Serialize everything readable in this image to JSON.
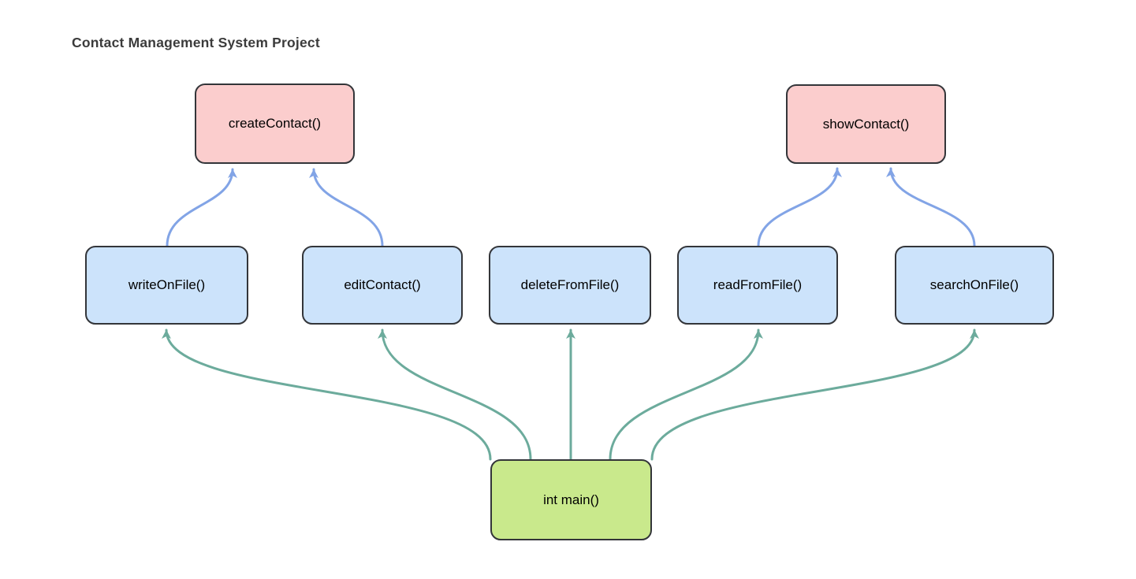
{
  "title": "Contact Management System Project",
  "nodes": {
    "createContact": {
      "label": "createContact()",
      "fill": "#fbcdcd"
    },
    "showContact": {
      "label": "showContact()",
      "fill": "#fbcdcd"
    },
    "writeOnFile": {
      "label": "writeOnFile()",
      "fill": "#cce3fb"
    },
    "editContact": {
      "label": "editContact()",
      "fill": "#cce3fb"
    },
    "deleteFromFile": {
      "label": "deleteFromFile()",
      "fill": "#cce3fb"
    },
    "readFromFile": {
      "label": "readFromFile()",
      "fill": "#cce3fb"
    },
    "searchOnFile": {
      "label": "searchOnFile()",
      "fill": "#cce3fb"
    },
    "main": {
      "label": "int main()",
      "fill": "#c9e98c"
    }
  },
  "edges": [
    {
      "from": "writeOnFile",
      "to": "createContact",
      "color": "#82a4e6"
    },
    {
      "from": "editContact",
      "to": "createContact",
      "color": "#82a4e6"
    },
    {
      "from": "readFromFile",
      "to": "showContact",
      "color": "#82a4e6"
    },
    {
      "from": "searchOnFile",
      "to": "showContact",
      "color": "#82a4e6"
    },
    {
      "from": "main",
      "to": "writeOnFile",
      "color": "#6cab9c"
    },
    {
      "from": "main",
      "to": "editContact",
      "color": "#6cab9c"
    },
    {
      "from": "main",
      "to": "deleteFromFile",
      "color": "#6cab9c"
    },
    {
      "from": "main",
      "to": "readFromFile",
      "color": "#6cab9c"
    },
    {
      "from": "main",
      "to": "searchOnFile",
      "color": "#6cab9c"
    }
  ],
  "colors": {
    "background": "#ffffff",
    "node_border": "#333539",
    "node_pink": "#fbcdcd",
    "node_blue": "#cce3fb",
    "node_green": "#c9e98c",
    "edge_blue": "#82a4e6",
    "edge_green": "#6cab9c",
    "title_text": "#3b3b3b",
    "node_text": "#000000"
  }
}
